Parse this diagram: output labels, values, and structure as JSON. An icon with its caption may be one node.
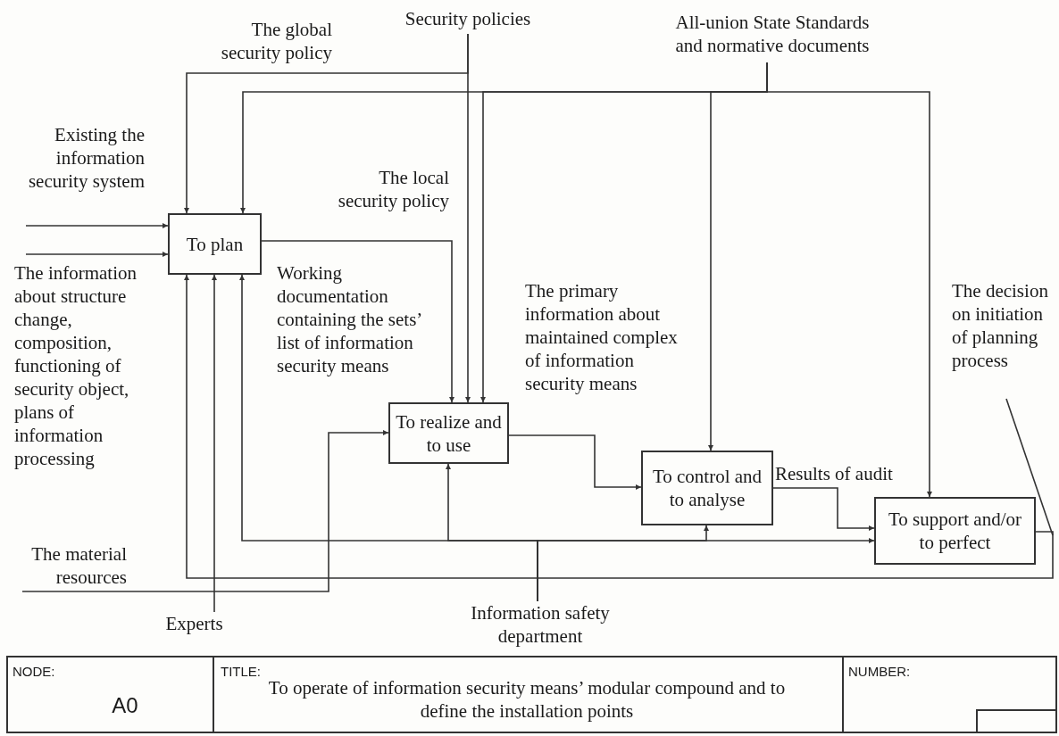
{
  "diagram": {
    "title": "To operate of information security means’ modular compound and to define the installation points",
    "nodes": [
      {
        "text": [
          "Security policies"
        ]
      },
      {
        "text": [
          "All-union State Standards and normative documents"
        ]
      },
      {
        "text": [
          "To plan"
        ]
      },
      {
        "text": [
          "To realize and to use"
        ]
      },
      {
        "text": [
          "The decision on initiation of planning process"
        ]
      },
      {
        "text": [
          "To control and to analyse"
        ]
      },
      {
        "text": [
          "To support and/or to perfect"
        ]
      },
      {
        "text": [
          "Experts"
        ]
      },
      {
        "text": [
          "Information safety department"
        ]
      }
    ],
    "edges": [
      {
        "from": 0,
        "to": 2,
        "arrow": "to",
        "label": "The global security policy"
      },
      {
        "from": 0,
        "to": 3,
        "arrow": "to",
        "label": "The local security policy"
      },
      {
        "from": 1,
        "to": 2,
        "arrow": "to"
      },
      {
        "from": 1,
        "to": 3,
        "arrow": "to"
      },
      {
        "from": 1,
        "to": 5,
        "arrow": "to"
      },
      {
        "from": 1,
        "to": 6,
        "arrow": "to"
      },
      {
        "from": null,
        "to": 2,
        "arrow": "to",
        "label": "Existing the information security system"
      },
      {
        "from": null,
        "to": 2,
        "arrow": "to",
        "label": "The information about structure change, composition, functioning of security object, plans of information processing"
      },
      {
        "from": 2,
        "to": 3,
        "arrow": "to",
        "label": "Working documentation containing the sets’ list of information security means"
      },
      {
        "from": 3,
        "to": 5,
        "arrow": "to",
        "label": "The primary information about maintained complex of information security means"
      },
      {
        "from": 5,
        "to": 6,
        "arrow": "to",
        "label": "Results of audit"
      },
      {
        "from": 6,
        "to": 2,
        "arrow": "to"
      },
      {
        "from": 4,
        "to": null,
        "arrow": "none"
      },
      {
        "from": null,
        "to": 3,
        "arrow": "to",
        "label": "The material resources"
      },
      {
        "from": 7,
        "to": 2,
        "arrow": "to"
      },
      {
        "from": 8,
        "to": 2,
        "arrow": "to"
      },
      {
        "from": 8,
        "to": 3,
        "arrow": "to"
      },
      {
        "from": 8,
        "to": 5,
        "arrow": "to"
      },
      {
        "from": 8,
        "to": 6,
        "arrow": "to"
      }
    ],
    "labels": [
      "NODE:",
      "A0",
      "TITLE:",
      "NUMBER:"
    ]
  }
}
